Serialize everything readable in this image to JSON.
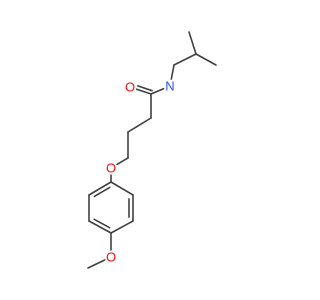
{
  "molecule": {
    "atoms": [
      {
        "id": "c_ome",
        "element": "C",
        "label": ""
      },
      {
        "id": "o_ome",
        "element": "O",
        "label": "O"
      },
      {
        "id": "ar1",
        "element": "C",
        "label": ""
      },
      {
        "id": "ar2",
        "element": "C",
        "label": ""
      },
      {
        "id": "ar3",
        "element": "C",
        "label": ""
      },
      {
        "id": "ar4",
        "element": "C",
        "label": ""
      },
      {
        "id": "ar5",
        "element": "C",
        "label": ""
      },
      {
        "id": "ar6",
        "element": "C",
        "label": ""
      },
      {
        "id": "o_ether",
        "element": "O",
        "label": "O"
      },
      {
        "id": "c_a",
        "element": "C",
        "label": ""
      },
      {
        "id": "c_b",
        "element": "C",
        "label": ""
      },
      {
        "id": "c_c",
        "element": "C",
        "label": ""
      },
      {
        "id": "c_carbonyl",
        "element": "C",
        "label": ""
      },
      {
        "id": "o_carbonyl",
        "element": "O",
        "label": "O"
      },
      {
        "id": "n_amide",
        "element": "N",
        "label": "N"
      },
      {
        "id": "c_ch2",
        "element": "C",
        "label": ""
      },
      {
        "id": "c_ch",
        "element": "C",
        "label": ""
      },
      {
        "id": "c_me1",
        "element": "C",
        "label": ""
      },
      {
        "id": "c_me2",
        "element": "C",
        "label": ""
      }
    ],
    "bonds": [
      {
        "a": "c_ome",
        "b": "o_ome",
        "order": 1
      },
      {
        "a": "o_ome",
        "b": "ar1",
        "order": 1
      },
      {
        "a": "ar1",
        "b": "ar2",
        "order": 2
      },
      {
        "a": "ar2",
        "b": "ar3",
        "order": 1
      },
      {
        "a": "ar3",
        "b": "ar4",
        "order": 2
      },
      {
        "a": "ar4",
        "b": "ar5",
        "order": 1
      },
      {
        "a": "ar5",
        "b": "ar6",
        "order": 2
      },
      {
        "a": "ar6",
        "b": "ar1",
        "order": 1
      },
      {
        "a": "ar4",
        "b": "o_ether",
        "order": 1
      },
      {
        "a": "o_ether",
        "b": "c_a",
        "order": 1
      },
      {
        "a": "c_a",
        "b": "c_b",
        "order": 1
      },
      {
        "a": "c_b",
        "b": "c_c",
        "order": 1
      },
      {
        "a": "c_c",
        "b": "c_carbonyl",
        "order": 1
      },
      {
        "a": "c_carbonyl",
        "b": "o_carbonyl",
        "order": 2
      },
      {
        "a": "c_carbonyl",
        "b": "n_amide",
        "order": 1
      },
      {
        "a": "n_amide",
        "b": "c_ch2",
        "order": 1
      },
      {
        "a": "c_ch2",
        "b": "c_ch",
        "order": 1
      },
      {
        "a": "c_ch",
        "b": "c_me1",
        "order": 1
      },
      {
        "a": "c_ch",
        "b": "c_me2",
        "order": 1
      }
    ]
  },
  "colors": {
    "bond": "#404040",
    "oxygen": "#ff0d0d",
    "nitrogen": "#3050f8",
    "carbon": "#404040"
  }
}
